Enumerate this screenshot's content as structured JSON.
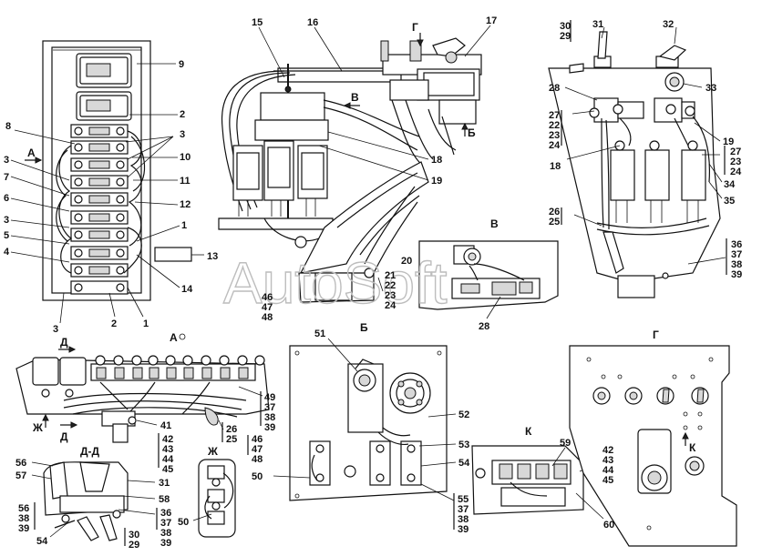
{
  "watermark": "AutoSoft",
  "section_labels": {
    "A_arrow": "А",
    "B_view": "В",
    "G_view": "Г",
    "B_arrow": "В",
    "B2_arrow": "Б",
    "G_arrow": "Г",
    "B_panel": "Б",
    "A_view": "А",
    "D_arrow_top": "Д",
    "D_arrow_bot": "Д",
    "Zh_arrow": "Ж",
    "DD_view": "Д-Д",
    "Zh_view": "Ж",
    "K_view": "К",
    "K_arrow": "К"
  },
  "callouts": {
    "n9": "9",
    "n8": "8",
    "n2a": "2",
    "n3a": "3",
    "n10": "10",
    "n11": "11",
    "n12": "12",
    "n3b": "3",
    "n7": "7",
    "n6": "6",
    "n3c": "3",
    "n5": "5",
    "n4": "4",
    "n1a": "1",
    "n13": "13",
    "n14": "14",
    "n3d": "3",
    "n2b": "2",
    "n1b": "1",
    "n15": "15",
    "n16": "16",
    "n17": "17",
    "n18a": "18",
    "n19a": "19",
    "n20": "20",
    "n21": "21",
    "n22a": "22",
    "n23a": "23",
    "n24a": "24",
    "n46a": "46",
    "n47a": "47",
    "n48a": "48",
    "n28a": "28",
    "n30a": "30",
    "n29a": "29",
    "n31a": "31",
    "n32": "32",
    "n33": "33",
    "n28b": "28",
    "n27a": "27",
    "n22b": "22",
    "n23b": "23",
    "n24b": "24",
    "n19b": "19",
    "n27b": "27",
    "n23c": "23",
    "n24c": "24",
    "n18b": "18",
    "n34": "34",
    "n35": "35",
    "n26a": "26",
    "n25a": "25",
    "n36a": "36",
    "n37a": "37",
    "n38a": "38",
    "n39a": "39",
    "n49": "49",
    "n37b": "37",
    "n38b": "38",
    "n39b": "39",
    "n41": "41",
    "n26b": "26",
    "n25b": "25",
    "n42a": "42",
    "n43a": "43",
    "n44a": "44",
    "n45a": "45",
    "n46b": "46",
    "n47b": "47",
    "n48b": "48",
    "n56a": "56",
    "n57": "57",
    "n31b": "31",
    "n58": "58",
    "n56b": "56",
    "n38c": "38",
    "n39c": "39",
    "n36b": "36",
    "n37c": "37",
    "n38d": "38",
    "n39d": "39",
    "n54a": "54",
    "n30b": "30",
    "n29b": "29",
    "n50a": "50",
    "n51": "51",
    "n52": "52",
    "n53": "53",
    "n50b": "50",
    "n54b": "54",
    "n55": "55",
    "n37d": "37",
    "n38e": "38",
    "n39e": "39",
    "n59": "59",
    "n42b": "42",
    "n43b": "43",
    "n44b": "44",
    "n45b": "45",
    "n60": "60"
  }
}
